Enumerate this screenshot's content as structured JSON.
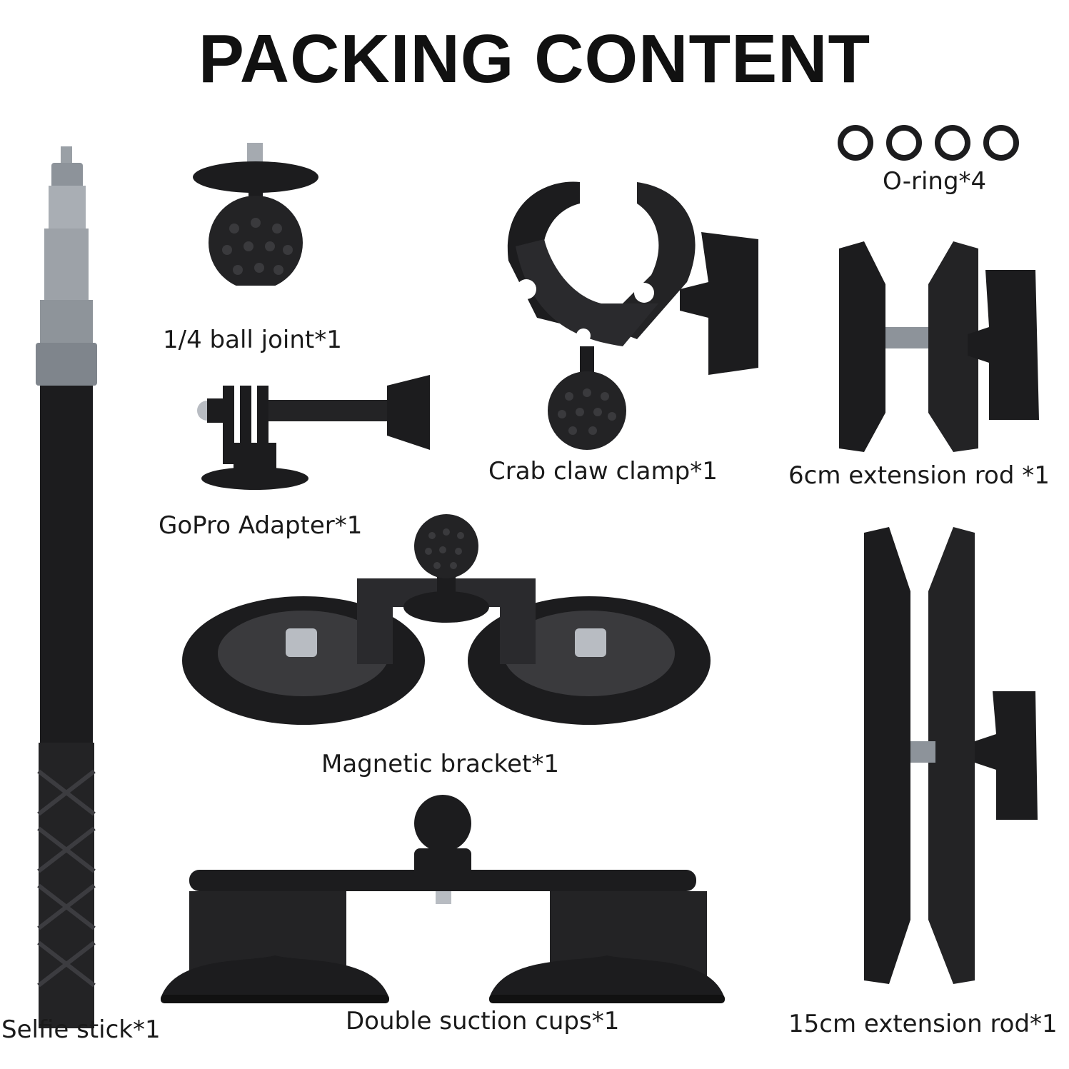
{
  "title": "PACKING CONTENT",
  "colors": {
    "metal_dark": "#1c1c1e",
    "metal_mid": "#3a3a3d",
    "silver": "#b8bcc2",
    "background": "#ffffff"
  },
  "items": [
    {
      "label": "Selfie stick*1",
      "icon": "selfie-stick-icon"
    },
    {
      "label": "1/4 ball joint*1",
      "icon": "ball-joint-icon"
    },
    {
      "label": "GoPro Adapter*1",
      "icon": "gopro-adapter-icon"
    },
    {
      "label": "Crab claw clamp*1",
      "icon": "crab-claw-clamp-icon"
    },
    {
      "label": "O-ring*4",
      "icon": "o-ring-icon"
    },
    {
      "label": "6cm extension rod *1",
      "icon": "extension-rod-short-icon"
    },
    {
      "label": "Magnetic bracket*1",
      "icon": "magnetic-bracket-icon"
    },
    {
      "label": "Double suction cups*1",
      "icon": "double-suction-cups-icon"
    },
    {
      "label": "15cm extension rod*1",
      "icon": "extension-rod-long-icon"
    }
  ]
}
